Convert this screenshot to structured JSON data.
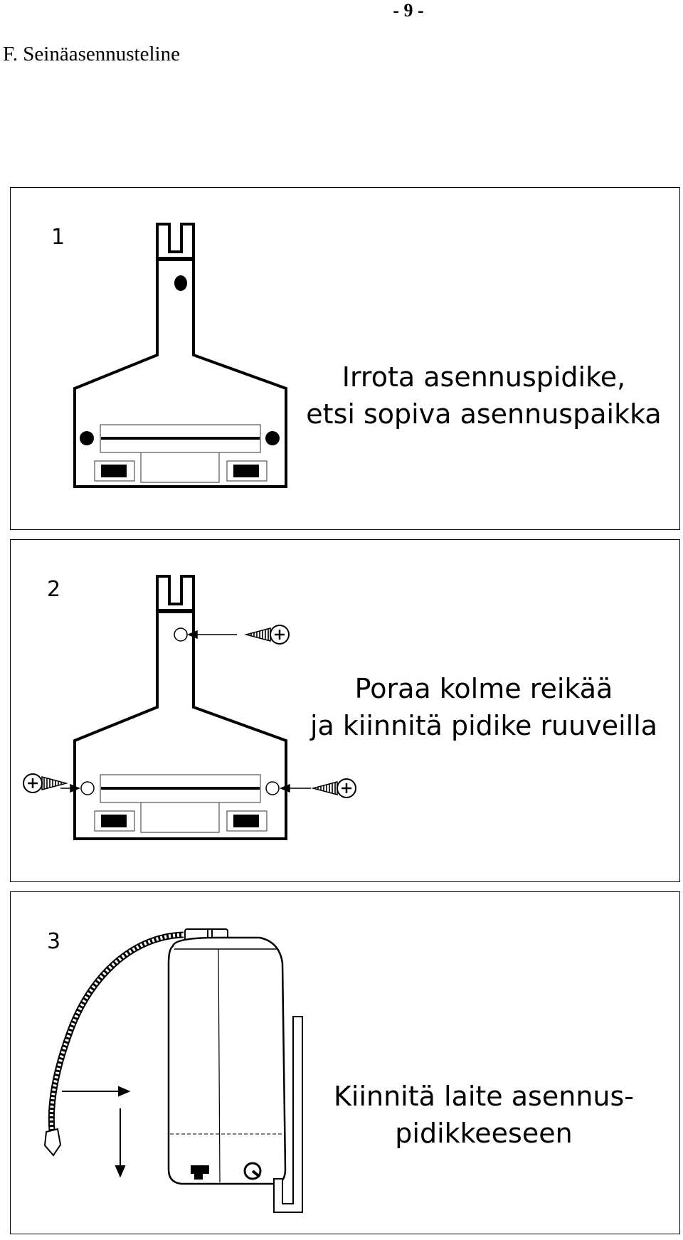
{
  "header": {
    "page_number": "- 9 -",
    "section_title": "F. Seinäasennusteline"
  },
  "panels": [
    {
      "step": "1",
      "caption_line1": "Irrota asennuspidike,",
      "caption_line2": "etsi sopiva asennuspaikka"
    },
    {
      "step": "2",
      "caption_line1": "Poraa kolme reikää",
      "caption_line2": "ja kiinnitä pidike ruuveilla"
    },
    {
      "step": "3",
      "caption_line1": "Kiinnitä laite asennus-",
      "caption_line2": "pidikkeeseen"
    }
  ]
}
